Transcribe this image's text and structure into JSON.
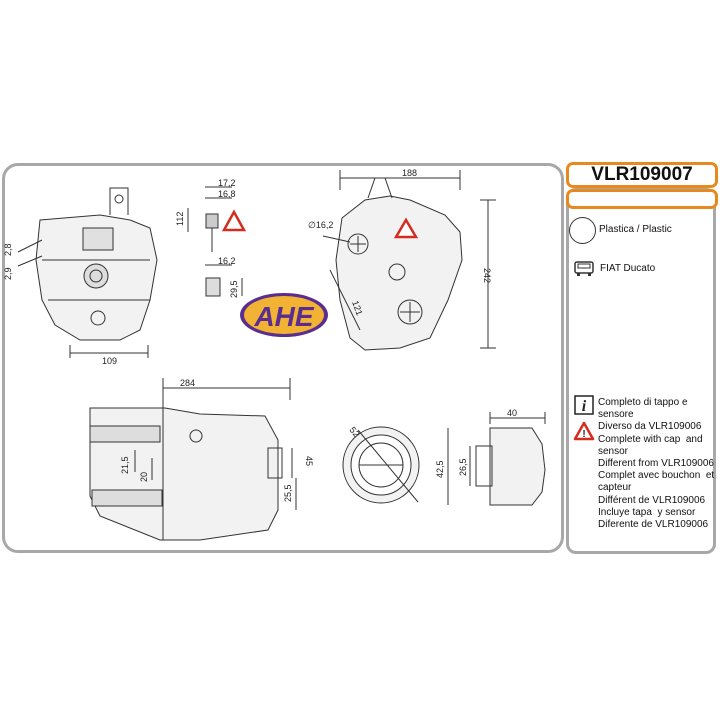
{
  "product": {
    "code": "VLR109007",
    "material": "Plastica / Plastic",
    "vehicle": "FIAT Ducato"
  },
  "brand": {
    "logo_text": "AHE",
    "logo_color": "#5a2d91",
    "logo_fill": "#f2b233"
  },
  "icons": {
    "material": "circle-icon",
    "vehicle": "van-icon",
    "info": "info-icon",
    "warning": "warning-triangle-icon"
  },
  "colors": {
    "accent": "#e8891f",
    "panel_border": "#a8a8a8",
    "warning_red": "#d22d1f"
  },
  "notes": [
    "Completo di tappo e",
    "sensore",
    "Diverso da VLR109006",
    "Complete with cap  and",
    "sensor",
    "Different from VLR109006",
    "Complet avec bouchon  et",
    "capteur",
    "Différent de VLR109006",
    "Incluye tapa  y sensor",
    "Diferente de VLR109006"
  ],
  "dimensions": {
    "d1": "17,2",
    "d2": "16,8",
    "d3": "112",
    "d4": "16,2",
    "d5": "29,5",
    "d6": "2,8",
    "d7": "2,9",
    "d8": "109",
    "d9": "188",
    "d10": "∅16,2",
    "d11": "242",
    "d12": "121",
    "d13": "284",
    "d14": "21,5",
    "d15": "20",
    "d16": "45",
    "d17": "25,5",
    "d18": "52",
    "d19": "40",
    "d20": "42,5",
    "d21": "26,5"
  }
}
